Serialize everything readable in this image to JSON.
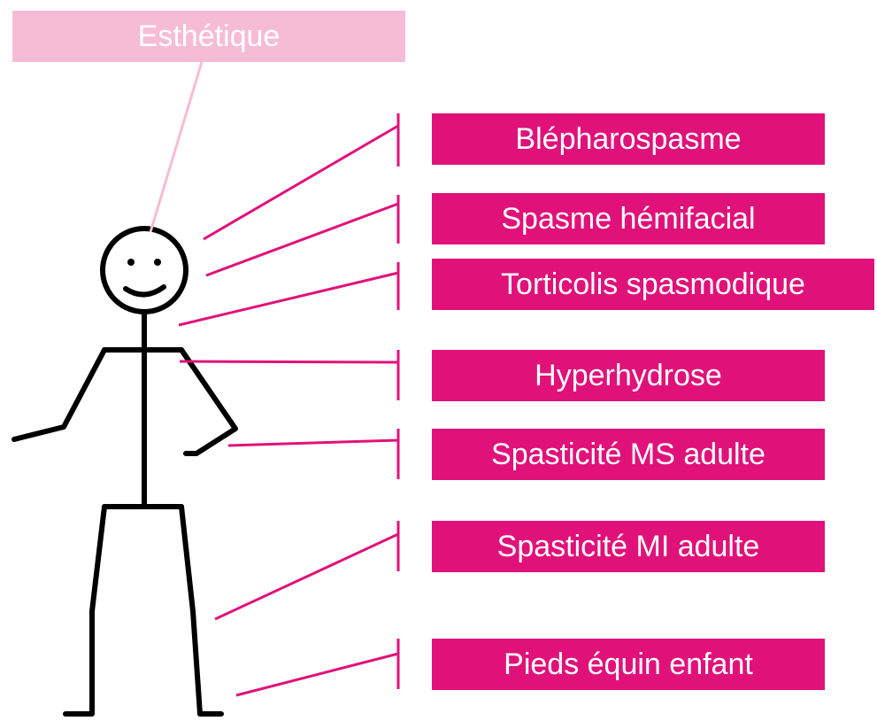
{
  "colors": {
    "accent": "#e0127a",
    "accent_light": "#f6bcd6",
    "figure": "#000000",
    "label_text": "#ffffff"
  },
  "aesthetic_label": "Esthétique",
  "indications": [
    "Blépharospasme",
    "Spasme hémifacial",
    "Torticolis spasmodique",
    "Hyperhydrose",
    "Spasticité MS adulte",
    "Spasticité MI adulte",
    "Pieds équin enfant"
  ]
}
